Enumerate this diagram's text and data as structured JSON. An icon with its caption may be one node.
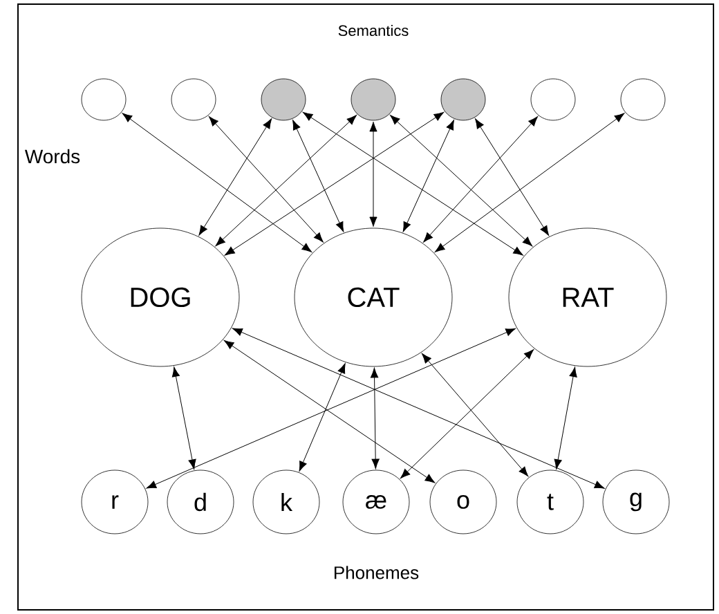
{
  "diagram": {
    "nodes": [
      {
        "text": [],
        "shape": "circle"
      },
      {
        "text": [],
        "shape": "circle"
      },
      {
        "text": [],
        "shape": "circle"
      },
      {
        "text": [],
        "shape": "circle"
      },
      {
        "text": [],
        "shape": "circle"
      },
      {
        "text": [],
        "shape": "circle"
      },
      {
        "text": [],
        "shape": "circle"
      },
      {
        "text": [
          "DOG"
        ]
      },
      {
        "text": [
          "CAT"
        ]
      },
      {
        "text": [
          "RAT"
        ]
      },
      {
        "text": [
          "r"
        ]
      },
      {
        "text": [
          "d"
        ]
      },
      {
        "text": [
          "k"
        ]
      },
      {
        "text": [
          "æ"
        ]
      },
      {
        "text": [
          "o"
        ]
      },
      {
        "text": [
          "t"
        ]
      },
      {
        "text": [
          "g"
        ]
      }
    ],
    "edges": [
      {
        "from": 0,
        "to": 8,
        "arrow": "both"
      },
      {
        "from": 1,
        "to": 8,
        "arrow": "both"
      },
      {
        "from": 2,
        "to": 7,
        "arrow": "both"
      },
      {
        "from": 2,
        "to": 8,
        "arrow": "both"
      },
      {
        "from": 2,
        "to": 9,
        "arrow": "both"
      },
      {
        "from": 3,
        "to": 7,
        "arrow": "both"
      },
      {
        "from": 3,
        "to": 8,
        "arrow": "both"
      },
      {
        "from": 3,
        "to": 9,
        "arrow": "both"
      },
      {
        "from": 4,
        "to": 7,
        "arrow": "both"
      },
      {
        "from": 4,
        "to": 8,
        "arrow": "both"
      },
      {
        "from": 4,
        "to": 9,
        "arrow": "both"
      },
      {
        "from": 5,
        "to": 8,
        "arrow": "both"
      },
      {
        "from": 6,
        "to": 8,
        "arrow": "both"
      },
      {
        "from": 7,
        "to": 11,
        "arrow": "both"
      },
      {
        "from": 7,
        "to": 14,
        "arrow": "both"
      },
      {
        "from": 7,
        "to": 16,
        "arrow": "both"
      },
      {
        "from": 8,
        "to": 12,
        "arrow": "both"
      },
      {
        "from": 8,
        "to": 13,
        "arrow": "both"
      },
      {
        "from": 8,
        "to": 15,
        "arrow": "both"
      },
      {
        "from": 9,
        "to": 13,
        "arrow": "both"
      },
      {
        "from": 9,
        "to": 10,
        "arrow": "both"
      },
      {
        "from": 9,
        "to": 15,
        "arrow": "both"
      }
    ],
    "labels": [
      "Semantics",
      "Words",
      "Phonemes"
    ]
  }
}
